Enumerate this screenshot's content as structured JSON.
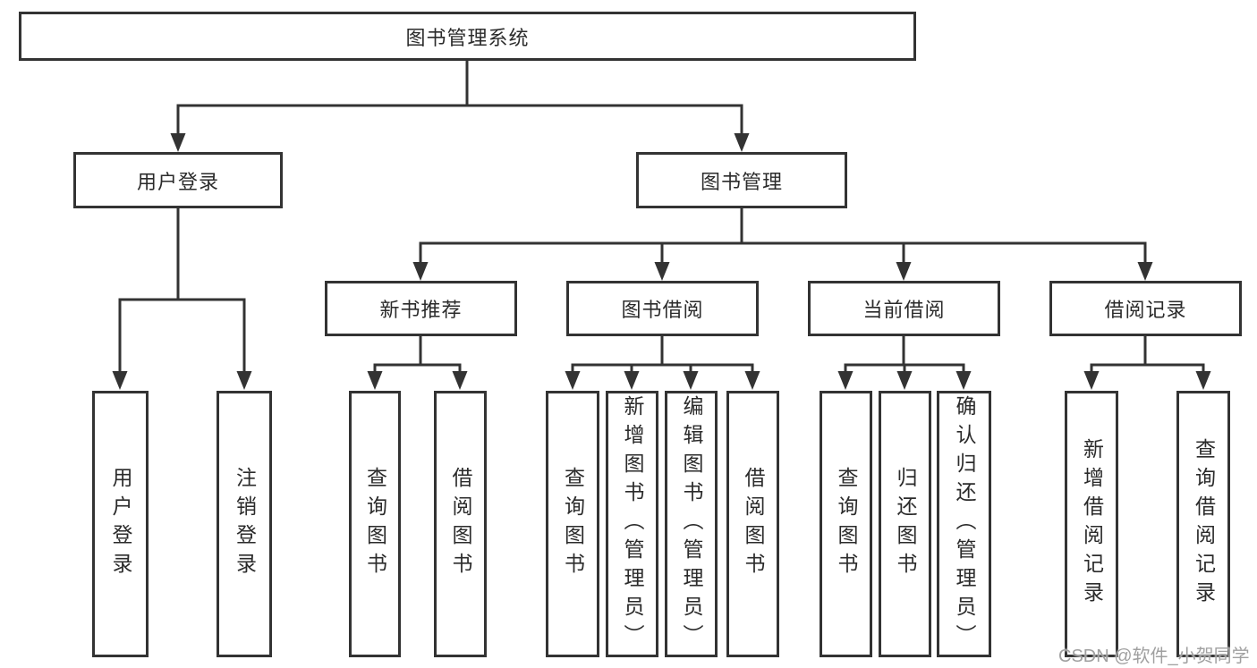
{
  "diagram": {
    "root": {
      "label": "图书管理系统"
    },
    "branches": {
      "user_login": {
        "label": "用户登录"
      },
      "book_management": {
        "label": "图书管理"
      }
    },
    "modules": {
      "new_book_recommend": {
        "label": "新书推荐"
      },
      "book_borrow": {
        "label": "图书借阅"
      },
      "current_borrow": {
        "label": "当前借阅"
      },
      "borrow_records": {
        "label": "借阅记录"
      }
    },
    "leaves": {
      "user_login": {
        "label": "用户登录"
      },
      "logout": {
        "label": "注销登录"
      },
      "recommend_query_book": {
        "label": "查询图书"
      },
      "recommend_borrow_book": {
        "label": "借阅图书"
      },
      "borrow_query_book": {
        "label": "查询图书"
      },
      "borrow_add_book_admin": {
        "label": "新增图书（管理员）"
      },
      "borrow_edit_book_admin": {
        "label": "编辑图书（管理员）"
      },
      "borrow_borrow_book": {
        "label": "借阅图书"
      },
      "current_query_book": {
        "label": "查询图书"
      },
      "current_return_book": {
        "label": "归还图书"
      },
      "current_confirm_return_admin": {
        "label": "确认归还（管理员）"
      },
      "records_add_record": {
        "label": "新增借阅记录"
      },
      "records_query_record": {
        "label": "查询借阅记录"
      }
    }
  },
  "watermark": {
    "text": "CSDN @软件_小贺同学"
  },
  "colors": {
    "line": "#333333",
    "text": "#2b2b2b",
    "watermark": "#a0a0a0",
    "background": "#ffffff"
  }
}
